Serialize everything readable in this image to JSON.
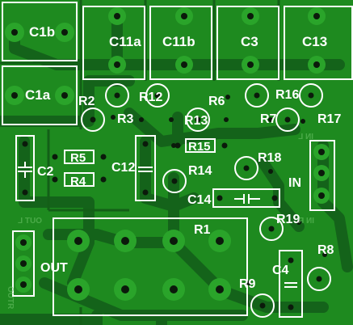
{
  "board": {
    "colors": {
      "base": "#1e8a1f",
      "copper": "#2aa42a",
      "trace": "#14631a",
      "silkscreen": "#ffffff",
      "hole": "#0b1a0b"
    }
  },
  "labels": {
    "c1b": "C1b",
    "c1a": "C1a",
    "c11a": "C11a",
    "c11b": "C11b",
    "c3": "C3",
    "c13": "C13",
    "r2": "R2",
    "r3": "R3",
    "r12": "R12",
    "r13": "R13",
    "r6": "R6",
    "r7": "R7",
    "r16": "R16",
    "r17": "R17",
    "r5": "R5",
    "r4": "R4",
    "r15": "R15",
    "c2": "C2",
    "c12": "C12",
    "r14": "R14",
    "r18": "R18",
    "in": "IN",
    "c14": "C14",
    "r19": "R19",
    "r1": "R1",
    "out": "OUT",
    "r8": "R8",
    "c4": "C4",
    "r9": "R9",
    "out_l_mirrored": "OUT L",
    "in_r_mirrored": "IN R",
    "in_l_mirrored": "IN L",
    "out_r_mirrored": "OUTR"
  }
}
